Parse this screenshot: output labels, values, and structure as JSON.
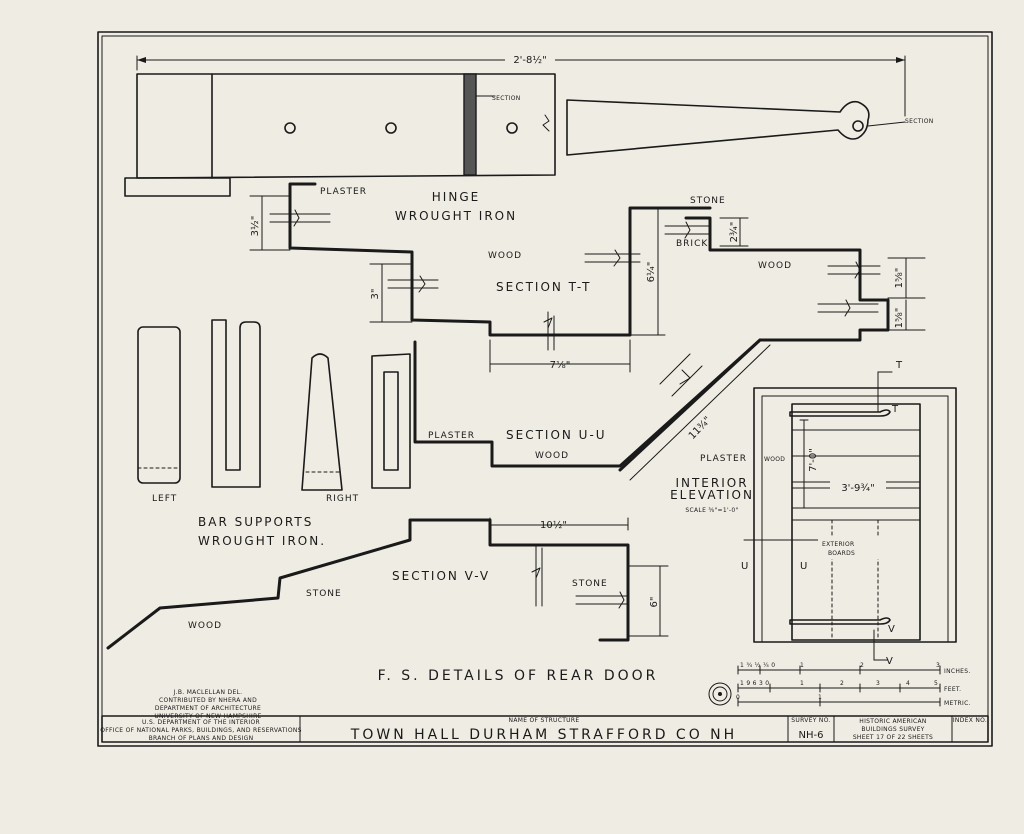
{
  "sheet_title": "F. S. DETAILS OF REAR DOOR",
  "hinge": {
    "overall_dim": "2'-8½\"",
    "section_left": "SECTION",
    "section_right": "SECTION",
    "title_line1": "HINGE",
    "title_line2": "WROUGHT IRON"
  },
  "section_tt": {
    "title": "SECTION T-T",
    "plaster": "PLASTER",
    "wood": "WOOD",
    "stone": "STONE",
    "brick": "BRICK",
    "wood_right": "WOOD",
    "dim_3_5": "3½\"",
    "dim_3": "3\"",
    "dim_6_25": "6¼\"",
    "dim_7_125": "7⅛\"",
    "dim_2_75": "2¾\"",
    "dim_1_625a": "1⅝\"",
    "dim_1_625b": "1⅝\""
  },
  "bar_supports": {
    "left": "LEFT",
    "right": "RIGHT",
    "title_line1": "BAR SUPPORTS",
    "title_line2": "WROUGHT IRON."
  },
  "section_uu": {
    "title": "SECTION U-U",
    "plaster": "PLASTER",
    "wood": "WOOD",
    "dim_11_75": "11¾\""
  },
  "section_vv": {
    "title": "SECTION V-V",
    "stone_left": "STONE",
    "stone_right": "STONE",
    "wood": "WOOD",
    "dim_10_5": "10½\"",
    "dim_6": "6\""
  },
  "interior_elevation": {
    "title_line1": "INTERIOR",
    "title_line2": "ELEVATION",
    "scale": "SCALE ⅜\"=1'-0\"",
    "plaster": "PLASTER",
    "wood": "WOOD",
    "dim_height": "7'-0\"",
    "dim_width": "3'-9¾\"",
    "exterior_line1": "EXTERIOR",
    "exterior_line2": "BOARDS",
    "mark_t_top": "T",
    "mark_t_door": "T",
    "mark_u_left": "U",
    "mark_u_right": "U",
    "mark_v_door": "V",
    "mark_v_bottom": "V"
  },
  "scales": {
    "inches_ticks": "1 ¾ ½ ¼ 0",
    "inches_nums": [
      "1",
      "2",
      "3"
    ],
    "inches": "INCHES.",
    "feet_ticks": "1 9 6 3 0",
    "feet_nums": [
      "1",
      "2",
      "3",
      "4",
      "5"
    ],
    "feet": "FEET.",
    "metric_zero": "0",
    "metric_one": "1",
    "metric": "METRIC."
  },
  "credits": {
    "line1": "J.B. MACLELLAN DEL.",
    "line2": "CONTRIBUTED BY NHERA AND",
    "line3": "DEPARTMENT OF ARCHITECTURE",
    "line4": "UNIVERSITY OF NEW HAMPSHIRE"
  },
  "title_block": {
    "agency_line1": "U.S. DEPARTMENT OF THE INTERIOR",
    "agency_line2": "OFFICE OF NATIONAL PARKS, BUILDINGS, AND RESERVATIONS",
    "agency_line3": "BRANCH OF PLANS AND DESIGN",
    "structure_label": "NAME OF STRUCTURE",
    "structure_name": "TOWN HALL DURHAM STRAFFORD CO NH",
    "survey_label": "SURVEY NO.",
    "survey_no": "NH-6",
    "habs_line1": "HISTORIC AMERICAN",
    "habs_line2": "BUILDINGS SURVEY",
    "sheet_of": "SHEET 17 OF 22 SHEETS",
    "index_label": "INDEX NO."
  },
  "colors": {
    "paper": "#efece3",
    "ink": "#1a1a1a"
  }
}
